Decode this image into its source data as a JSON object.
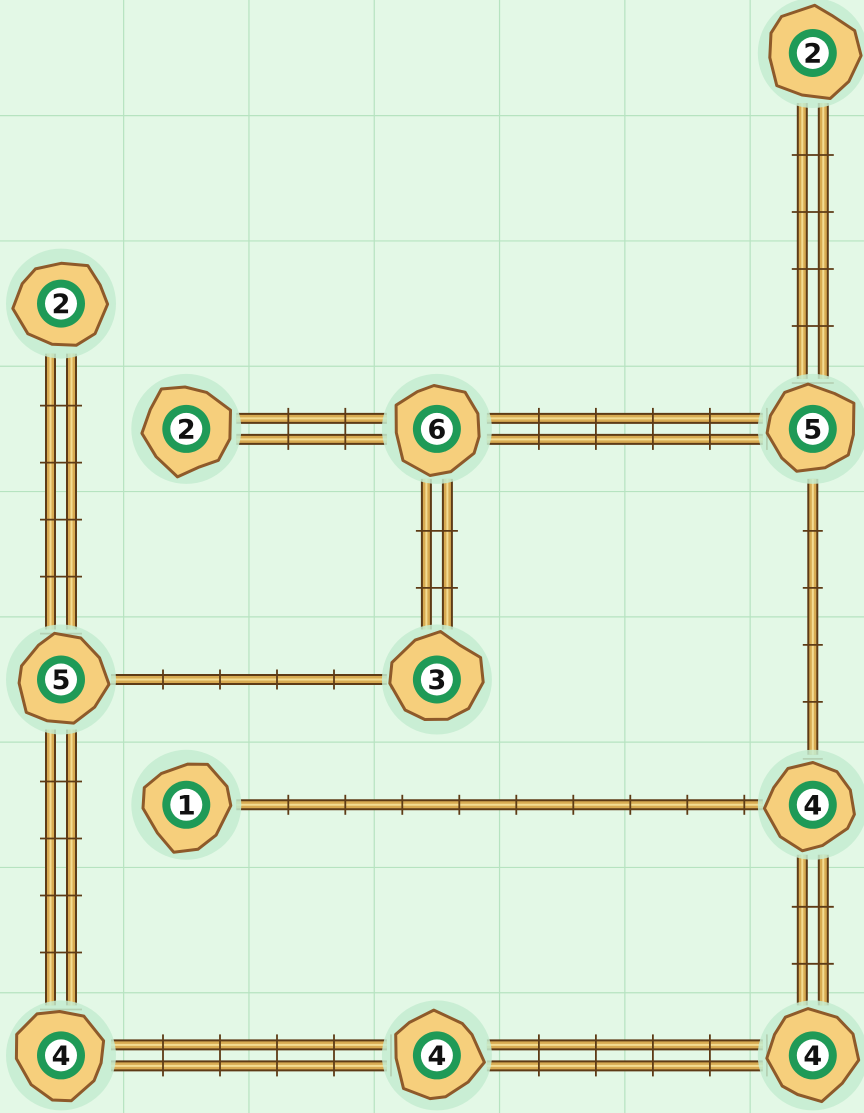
{
  "puzzle": {
    "type": "hashi-bridges",
    "grid": {
      "cols": 7,
      "rows": 9
    },
    "colors": {
      "background": "#e3f8e6",
      "grid_line": "#b6e3c0",
      "island_glow": "#c4ecd0",
      "island_fill": "#f6cf7c",
      "island_stroke": "#8e5a2a",
      "ring": "#1f9a57",
      "ring_inner": "#ffffff",
      "bridge_wood": "#d8ab52",
      "bridge_edge": "#5e3b16",
      "bridge_highlight": "#f3dc92"
    },
    "islands": [
      {
        "id": "i0",
        "col": 6,
        "row": 0,
        "value": "2"
      },
      {
        "id": "i1",
        "col": 0,
        "row": 2,
        "value": "2"
      },
      {
        "id": "i2",
        "col": 1,
        "row": 3,
        "value": "2"
      },
      {
        "id": "i3",
        "col": 3,
        "row": 3,
        "value": "6"
      },
      {
        "id": "i4",
        "col": 6,
        "row": 3,
        "value": "5"
      },
      {
        "id": "i5",
        "col": 0,
        "row": 5,
        "value": "5"
      },
      {
        "id": "i6",
        "col": 3,
        "row": 5,
        "value": "3"
      },
      {
        "id": "i7",
        "col": 1,
        "row": 6,
        "value": "1"
      },
      {
        "id": "i8",
        "col": 6,
        "row": 6,
        "value": "4"
      },
      {
        "id": "i9",
        "col": 0,
        "row": 8,
        "value": "4"
      },
      {
        "id": "i10",
        "col": 3,
        "row": 8,
        "value": "4"
      },
      {
        "id": "i11",
        "col": 6,
        "row": 8,
        "value": "4"
      }
    ],
    "bridges": [
      {
        "from": "i0",
        "to": "i4",
        "count": 2
      },
      {
        "from": "i1",
        "to": "i5",
        "count": 2
      },
      {
        "from": "i2",
        "to": "i3",
        "count": 2
      },
      {
        "from": "i3",
        "to": "i4",
        "count": 2
      },
      {
        "from": "i3",
        "to": "i6",
        "count": 2
      },
      {
        "from": "i4",
        "to": "i8",
        "count": 1
      },
      {
        "from": "i5",
        "to": "i6",
        "count": 1
      },
      {
        "from": "i5",
        "to": "i9",
        "count": 2
      },
      {
        "from": "i7",
        "to": "i8",
        "count": 1
      },
      {
        "from": "i8",
        "to": "i11",
        "count": 2
      },
      {
        "from": "i9",
        "to": "i10",
        "count": 2
      },
      {
        "from": "i10",
        "to": "i11",
        "count": 2
      }
    ]
  }
}
